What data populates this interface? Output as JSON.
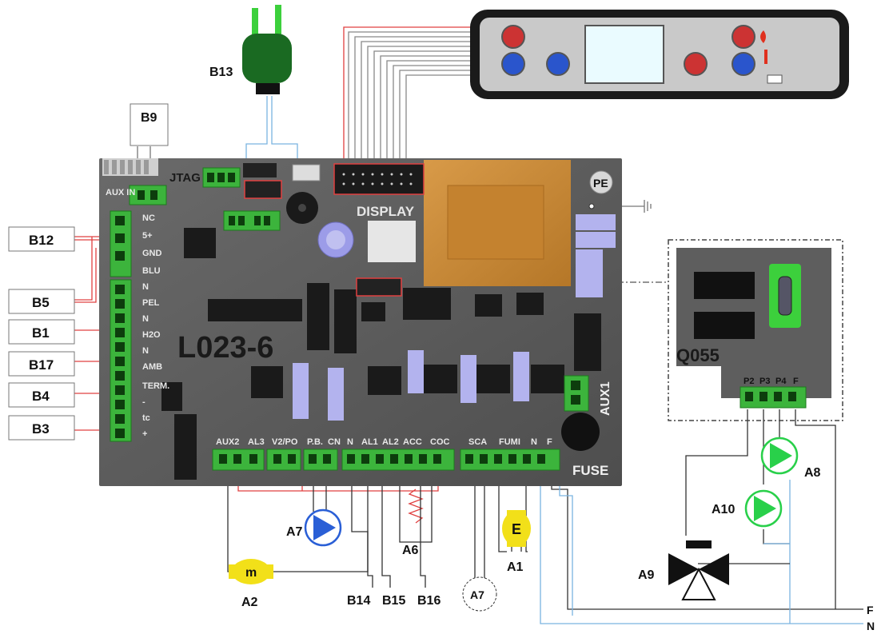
{
  "board": {
    "model": "L023-6",
    "display_label": "DISPLAY",
    "jtag_label": "JTAG",
    "pe_label": "PE",
    "fuse_label": "FUSE",
    "aux1_label": "AUX1",
    "aux_in_label": "AUX IN"
  },
  "sensor_boxes": [
    "B12",
    "B5",
    "B1",
    "B17",
    "B4",
    "B3"
  ],
  "left_pins": [
    "NC",
    "5+",
    "GND",
    "BLU",
    "N",
    "PEL",
    "N",
    "H2O",
    "N",
    "AMB",
    "TERM.",
    "-",
    "tc",
    "+"
  ],
  "top_sensors": {
    "b9": "B9",
    "b13": "B13"
  },
  "bottom_connectors": [
    "AUX2",
    "AL3",
    "V2/PO",
    "P.B.",
    "CN",
    "N",
    "AL1",
    "AL2",
    "ACC",
    "COC",
    "SCA",
    "FUMI",
    "N",
    "F"
  ],
  "module": {
    "label": "Q055",
    "pins": [
      "P2",
      "P3",
      "P4",
      "F"
    ]
  },
  "components": {
    "a1": {
      "label": "A1",
      "symbol": "E"
    },
    "a2": {
      "label": "A2",
      "symbol": "m"
    },
    "a6": "A6",
    "a7_pump": "A7",
    "a7_sensor": "A7",
    "a8": "A8",
    "a9": "A9",
    "a10": "A10"
  },
  "bottom_labels": [
    "B14",
    "B15",
    "B16"
  ],
  "line_labels": {
    "f": "F",
    "n": "N"
  },
  "colors": {
    "board": "#5b5b5b",
    "terminal": "#3cb43c",
    "transformer": "#c98a3a",
    "relay": "#b3b3ee",
    "pump_blue": "#2a5fd6",
    "pump_green": "#29d04a",
    "motor_yellow": "#f2e019",
    "wire_red": "#e04040",
    "wire_blue": "#7ab3e0"
  }
}
